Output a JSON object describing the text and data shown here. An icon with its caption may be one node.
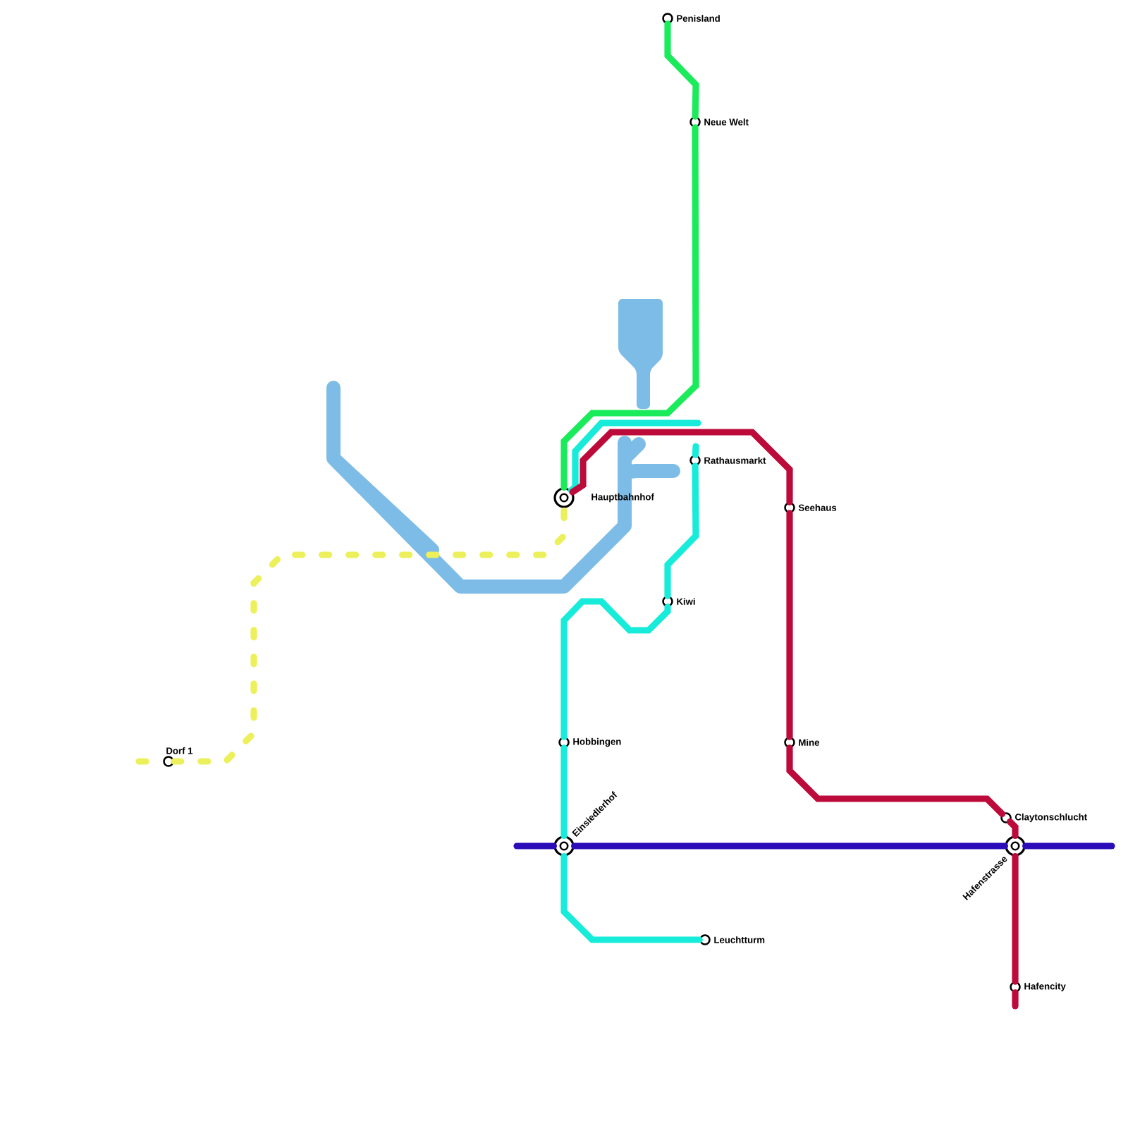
{
  "diagram": {
    "nodes": [
      {
        "text": [
          "Penisland"
        ]
      },
      {
        "text": [
          "Neue Welt"
        ]
      },
      {
        "text": [
          "Hauptbahnhof"
        ]
      },
      {
        "text": [
          "Rathausmarkt"
        ]
      },
      {
        "text": [
          "Seehaus"
        ]
      },
      {
        "text": [
          "Kiwi"
        ]
      },
      {
        "text": [
          "Hobbingen"
        ]
      },
      {
        "text": [
          "Mine"
        ]
      },
      {
        "text": [
          "Claytonschlucht"
        ]
      },
      {
        "text": [
          "Einsiedlerhof"
        ]
      },
      {
        "text": [
          "Hafenstrasse"
        ]
      },
      {
        "text": [
          "Dorf 1"
        ]
      },
      {
        "text": [
          "Leuchtturm"
        ]
      },
      {
        "text": [
          "Hafencity"
        ]
      }
    ],
    "edges": [
      {
        "from": 0,
        "to": 1,
        "arrow": "none",
        "color": "#1aeb5a"
      },
      {
        "from": 1,
        "to": 2,
        "arrow": "none",
        "color": "#1aeb5a"
      },
      {
        "from": 2,
        "to": null,
        "arrow": "none",
        "color": "#17ebd9"
      },
      {
        "from": null,
        "to": 3,
        "arrow": "none",
        "color": "#17ebd9"
      },
      {
        "from": 3,
        "to": 5,
        "arrow": "none",
        "color": "#17ebd9"
      },
      {
        "from": 5,
        "to": 6,
        "arrow": "none",
        "color": "#17ebd9"
      },
      {
        "from": 6,
        "to": 9,
        "arrow": "none",
        "color": "#17ebd9"
      },
      {
        "from": 9,
        "to": 12,
        "arrow": "none",
        "color": "#17ebd9"
      },
      {
        "from": 2,
        "to": 4,
        "arrow": "none",
        "color": "#bc0a3a"
      },
      {
        "from": 4,
        "to": 7,
        "arrow": "none",
        "color": "#bc0a3a"
      },
      {
        "from": 7,
        "to": 8,
        "arrow": "none",
        "color": "#bc0a3a"
      },
      {
        "from": 8,
        "to": 10,
        "arrow": "none",
        "color": "#bc0a3a"
      },
      {
        "from": 10,
        "to": 13,
        "arrow": "none",
        "color": "#bc0a3a"
      },
      {
        "from": 13,
        "to": null,
        "arrow": "none",
        "color": "#bc0a3a"
      },
      {
        "from": null,
        "to": 9,
        "arrow": "none",
        "color": "#2b0cb8"
      },
      {
        "from": 9,
        "to": 10,
        "arrow": "none",
        "color": "#2b0cb8"
      },
      {
        "from": 10,
        "to": null,
        "arrow": "none",
        "color": "#2b0cb8"
      },
      {
        "from": null,
        "to": 11,
        "arrow": "none",
        "style": "dashed",
        "color": "#ecf05a"
      },
      {
        "from": 11,
        "to": 2,
        "arrow": "none",
        "style": "dashed",
        "color": "#ecf05a"
      }
    ]
  }
}
